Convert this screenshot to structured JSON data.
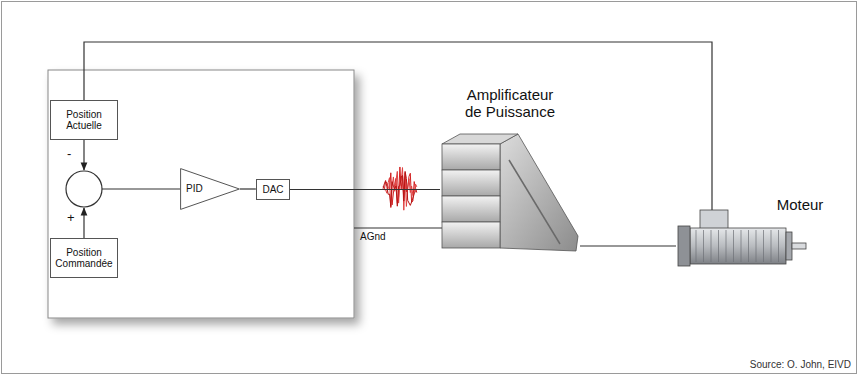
{
  "diagram": {
    "nodes": [
      {
        "text": [
          "Position Actuelle"
        ]
      },
      {
        "text": [
          "Position Commandée"
        ]
      },
      {
        "text": [
          "PID"
        ]
      },
      {
        "text": [
          "DAC"
        ]
      },
      {
        "text": [
          "Amplificateur de Puissance"
        ]
      },
      {
        "text": [
          "Moteur"
        ]
      }
    ],
    "edges": [
      {
        "from": 2,
        "to": 3,
        "arrow": "none"
      },
      {
        "from": 3,
        "to": 4,
        "arrow": "none"
      },
      {
        "from": 4,
        "to": 5,
        "arrow": "none"
      },
      {
        "from": 5,
        "to": 0,
        "arrow": "none"
      }
    ],
    "labels": [
      "-",
      "+",
      "AGnd",
      "Source: O. John, EIVD"
    ]
  }
}
